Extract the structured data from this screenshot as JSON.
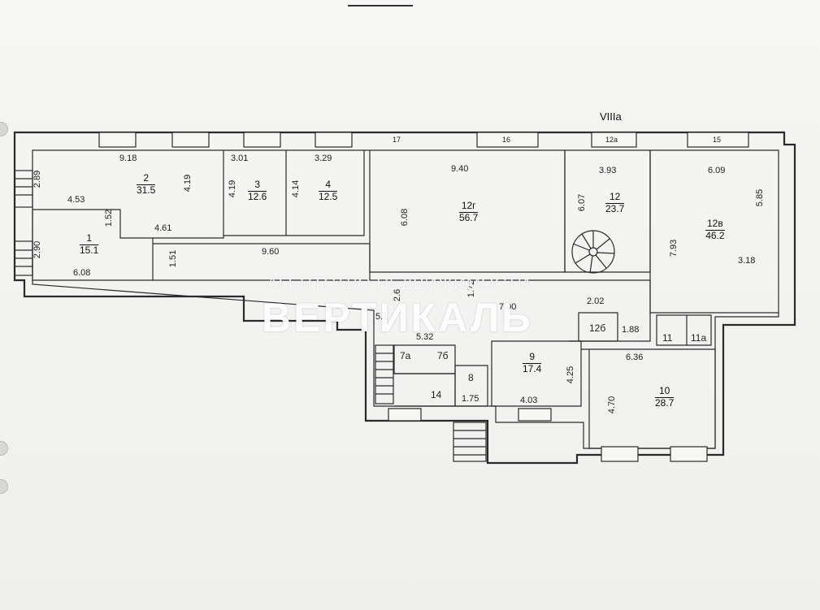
{
  "section_label": "VIIIa",
  "watermark": {
    "subtitle": "АГЕНТСТВО НЕДВИЖИМОСТИ",
    "brand": "ВЕРТИКАЛЬ"
  },
  "rooms": [
    {
      "id": "1",
      "num": "1",
      "area": "15.1"
    },
    {
      "id": "2",
      "num": "2",
      "area": "31.5"
    },
    {
      "id": "3",
      "num": "3",
      "area": "12.6"
    },
    {
      "id": "4",
      "num": "4",
      "area": "12.5"
    },
    {
      "id": "12g",
      "num": "12г",
      "area": "56.7"
    },
    {
      "id": "12",
      "num": "12",
      "area": "23.7"
    },
    {
      "id": "12v",
      "num": "12в",
      "area": "46.2"
    },
    {
      "id": "9",
      "num": "9",
      "area": "17.4"
    },
    {
      "id": "10",
      "num": "10",
      "area": "28.7"
    }
  ],
  "room_tags": [
    "7а",
    "7б",
    "8",
    "14",
    "12б",
    "11",
    "11а"
  ],
  "window_tags": [
    "17",
    "16",
    "12а",
    "15"
  ],
  "dimensions": {
    "r2_top": "9.18",
    "r2_left": "2.89",
    "r2_inner": "4.53",
    "r2_h": "4.19",
    "r2_bottom": "4.61",
    "r2_step": "1.52",
    "r1_left": "2.90",
    "r1_bottom": "6.08",
    "corr_step": "1.51",
    "r3_top": "3.01",
    "r3_h": "4.19",
    "r4_top": "3.29",
    "r4_h": "4.14",
    "corr_len": "9.60",
    "r12g_top": "9.40",
    "r12g_h": "6.08",
    "r12_top": "3.93",
    "r12_h": "6.07",
    "r12v_top": "6.09",
    "r12v_right": "5.85",
    "r12v_left": "7.93",
    "r12v_bottom": "3.18",
    "hall_w": "7.00",
    "hall_a": "1.72",
    "hall_b": "2.02",
    "hall_c": "1.88",
    "hall_d": "2.6",
    "hall_e": "5.1",
    "r7_w": "5.32",
    "r8_w": "1.75",
    "r9_h": "4.25",
    "r9_w": "4.03",
    "r10_w": "6.36",
    "r10_h": "4.70"
  }
}
